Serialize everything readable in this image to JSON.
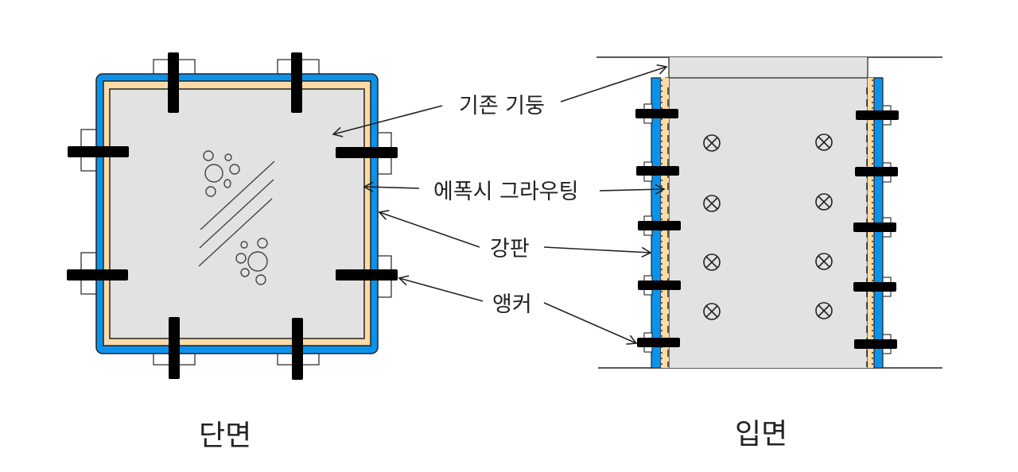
{
  "colors": {
    "steel_plate": "#0b93ec",
    "epoxy_grouting": "#fddba6",
    "existing_column": "#e2e2e2",
    "anchor": "#000000",
    "outline": "#222222"
  },
  "labels": {
    "existing_column": "기존 기둥",
    "epoxy_grouting": "에폭시 그라우팅",
    "steel_plate": "강판",
    "anchor": "앵커"
  },
  "captions": {
    "section": "단면",
    "elevation": "입면"
  },
  "icons": {
    "concrete_hatch": "concrete-section-hatch",
    "anchor_hole": "circled-x-symbol"
  }
}
